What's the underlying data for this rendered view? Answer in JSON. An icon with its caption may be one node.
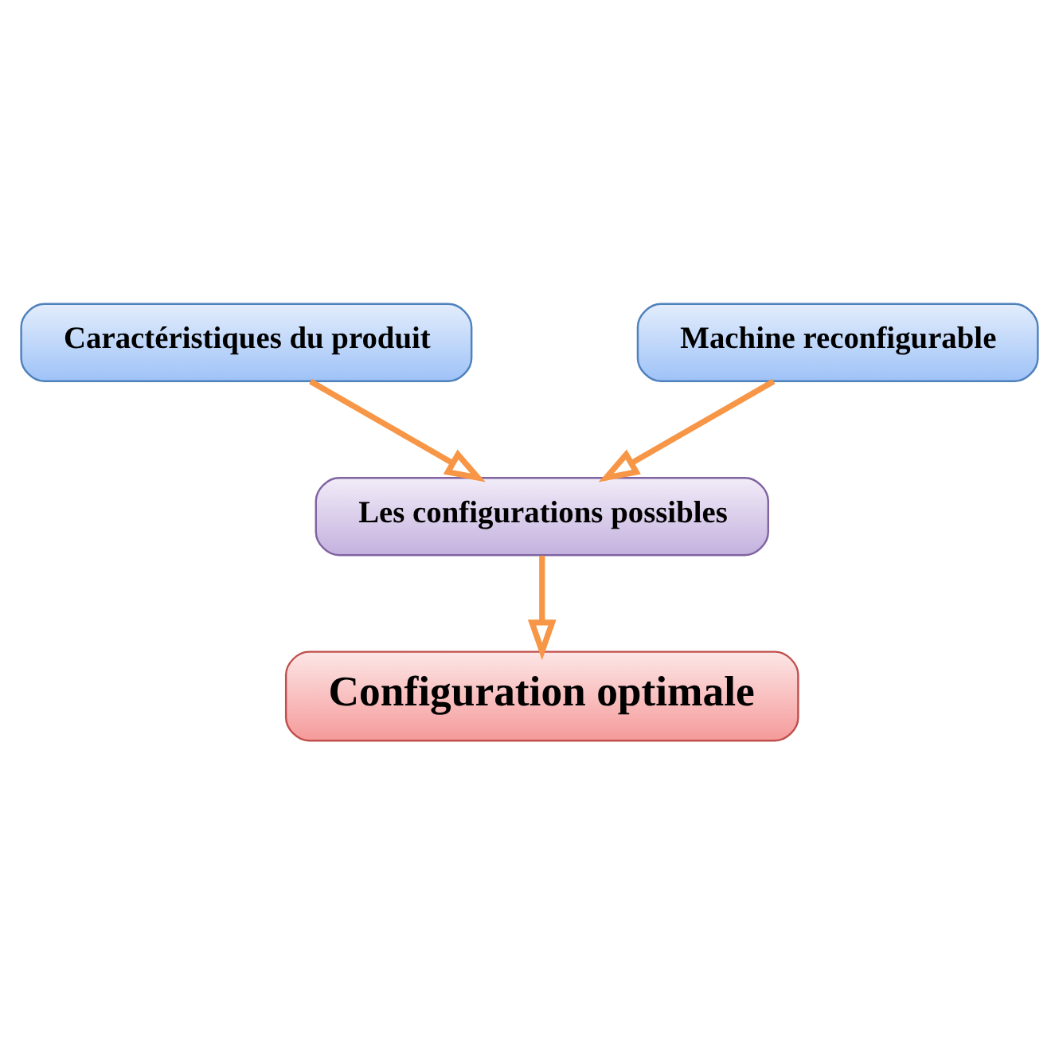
{
  "diagram": {
    "nodes": [
      {
        "text": [
          "Caractéristiques du produit"
        ]
      },
      {
        "text": [
          "Machine reconfigurable"
        ]
      },
      {
        "text": [
          "Les configurations possibles"
        ]
      },
      {
        "text": [
          "Configuration optimale"
        ]
      }
    ],
    "edges": [
      {
        "from": 0,
        "to": 2,
        "arrow": "to"
      },
      {
        "from": 1,
        "to": 2,
        "arrow": "to"
      },
      {
        "from": 2,
        "to": 3,
        "arrow": "to"
      }
    ]
  }
}
